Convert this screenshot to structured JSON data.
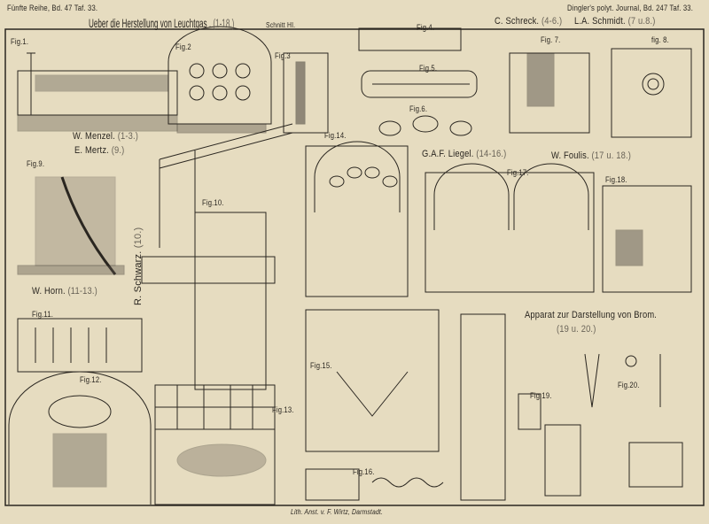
{
  "header": {
    "left": "Fünfte Reihe, Bd. 47 Taf. 33.",
    "right": "Dingler's polyt. Journal, Bd. 247 Taf. 33."
  },
  "title": {
    "main": "Ueber die Herstellung von Leuchtgas .",
    "range": "(1-18.)"
  },
  "authors": [
    {
      "name": "C. Schreck.",
      "figs": "(4-6.)"
    },
    {
      "name": "L.A. Schmidt.",
      "figs": "(7 u.8.)"
    },
    {
      "name": "W. Menzel.",
      "figs": "(1-3.)"
    },
    {
      "name": "E. Mertz.",
      "figs": "(9.)"
    },
    {
      "name": "G.A.F. Liegel.",
      "figs": "(14-16.)"
    },
    {
      "name": "W. Foulis.",
      "figs": "(17 u. 18.)"
    },
    {
      "name": "R. Schwarz.",
      "figs": "(10.)"
    },
    {
      "name": "W. Horn.",
      "figs": "(11-13.)"
    }
  ],
  "section": {
    "label": "Schnitt HI."
  },
  "brom": {
    "title": "Apparat zur Darstellung von Brom.",
    "figs": "(19 u. 20.)"
  },
  "figures": [
    "Fig.1.",
    "Fig.2",
    "Fig.3",
    "Fig.4.",
    "Fig.5.",
    "Fig.6.",
    "Fig. 7.",
    "fig. 8.",
    "Fig.9.",
    "Fig.10.",
    "Fig.11.",
    "Fig.12.",
    "Fig.13.",
    "Fig.14.",
    "Fig.15.",
    "Fig.16.",
    "Fig.17.",
    "Fig.18.",
    "Fig.19.",
    "Fig.20."
  ],
  "footer": "Lith. Anst. v. F. Wirtz, Darmstadt."
}
